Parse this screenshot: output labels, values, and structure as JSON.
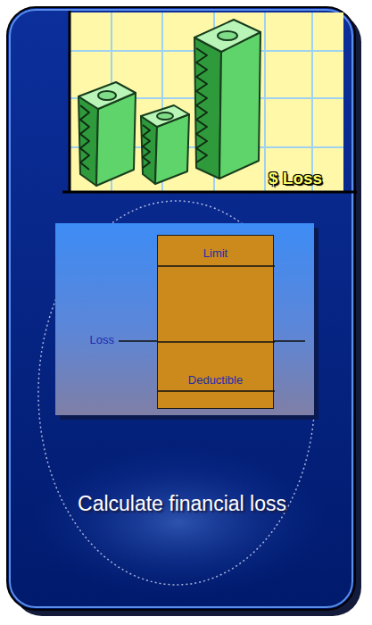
{
  "diagram": {
    "nodes": [
      {
        "text": [
          "Calculate financial loss"
        ]
      },
      {
        "text": [
          "Loss"
        ],
        "in": 0
      },
      {
        "text": [
          "Limit",
          "Deductible"
        ],
        "in": 1
      }
    ],
    "labels": [
      "$ Loss"
    ]
  }
}
